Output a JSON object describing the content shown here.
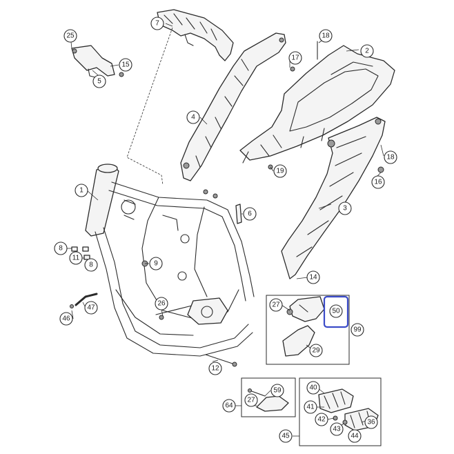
{
  "labels": {
    "p1": "1",
    "p2": "2",
    "p3": "3",
    "p4": "4",
    "p5": "5",
    "p6": "6",
    "p7": "7",
    "p8a": "8",
    "p8b": "8",
    "p9": "9",
    "p11": "11",
    "p12": "12",
    "p14": "14",
    "p15": "15",
    "p16": "16",
    "p17": "17",
    "p18a": "18",
    "p18b": "18",
    "p19": "19",
    "p25": "25",
    "p26": "26",
    "p27a": "27",
    "p27b": "27",
    "p29": "29",
    "p36": "36",
    "p40": "40",
    "p41": "41",
    "p42": "42",
    "p43": "43",
    "p44": "44",
    "p45": "45",
    "p46": "46",
    "p47": "47",
    "p50": "50",
    "p59": "59",
    "p64": "64",
    "p99": "99"
  },
  "highlight_color": "#3b4bc8"
}
